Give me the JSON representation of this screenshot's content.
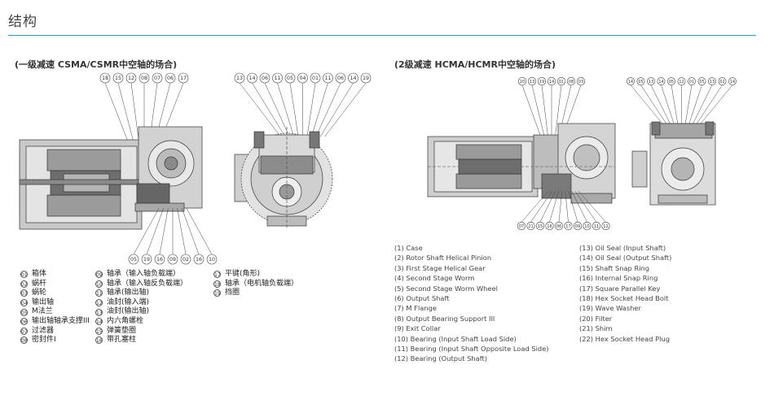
{
  "page_title": "结构",
  "left": {
    "caption": "(一级减速 CSMA/CSMR中空轴的场合)",
    "callouts_top1": [
      "18",
      "15",
      "12",
      "08",
      "07",
      "06",
      "17"
    ],
    "callouts_top2": [
      "13",
      "14",
      "06",
      "11",
      "05",
      "04",
      "01",
      "11",
      "06",
      "14",
      "19"
    ],
    "callouts_bottom": [
      "05",
      "19",
      "16",
      "09",
      "02",
      "16",
      "10"
    ],
    "legend_col1": [
      {
        "n": "01",
        "t": "箱体"
      },
      {
        "n": "02",
        "t": "蜗杆"
      },
      {
        "n": "03",
        "t": "蜗轮"
      },
      {
        "n": "04",
        "t": "输出轴"
      },
      {
        "n": "05",
        "t": "M法兰"
      },
      {
        "n": "06",
        "t": "输出轴轴承支撑III"
      },
      {
        "n": "07",
        "t": "过滤器"
      },
      {
        "n": "08",
        "t": "密封件I"
      }
    ],
    "legend_col2": [
      {
        "n": "09",
        "t": "轴承（输入轴负载端）"
      },
      {
        "n": "10",
        "t": "轴承（输入轴反负载端）"
      },
      {
        "n": "11",
        "t": "轴承(输出轴)"
      },
      {
        "n": "12",
        "t": "油封(输入端)"
      },
      {
        "n": "13",
        "t": "油封(输出轴)"
      },
      {
        "n": "14",
        "t": "内六角螺栓"
      },
      {
        "n": "15",
        "t": "弹簧垫圈"
      },
      {
        "n": "16",
        "t": "带孔塞柱"
      }
    ],
    "legend_col3": [
      {
        "n": "17",
        "t": "平键(角形)"
      },
      {
        "n": "18",
        "t": "轴承（电机轴负载端）"
      },
      {
        "n": "19",
        "t": "挡圈"
      }
    ]
  },
  "right": {
    "caption": "(2级减速 HCMA/HCMR中空轴的场合)",
    "callouts_top1": [
      "20",
      "13",
      "19",
      "14",
      "01",
      "08",
      "03"
    ],
    "callouts_top2": [
      "14",
      "05",
      "13",
      "14",
      "05",
      "12",
      "01",
      "05",
      "13",
      "02",
      "14"
    ],
    "callouts_bottom": [
      "07",
      "21",
      "15",
      "16",
      "06",
      "17",
      "09",
      "10",
      "11",
      "12"
    ],
    "legend_col1": [
      "(1) Case",
      "(2) Rotor Shaft Helical Pinion",
      "(3) First Stage Helical Gear",
      "(4) Second Stage Worm",
      "(5) Second Stage Worm Wheel",
      "(6) Output Shaft",
      "(7) M Flange",
      "(8) Output Bearing Support III",
      "(9) Exit Collar",
      "(10) Bearing (Input Shaft Load Side)",
      "(11) Bearing (Input Shaft Opposite Load Side)",
      "(12) Bearing (Output Shaft)"
    ],
    "legend_col2": [
      "(13) Oil Seal (Input Shaft)",
      "(14) Oil Seal (Output Shaft)",
      "(15) Shaft Snap Ring",
      "(16) Internal Snap Ring",
      "(17) Square Parallel Key",
      "(18) Hex Socket Head Bolt",
      "(19) Wave Washer",
      "(20) Filter",
      "(21) Shim",
      "(22) Hex Socket Head Plug"
    ]
  }
}
